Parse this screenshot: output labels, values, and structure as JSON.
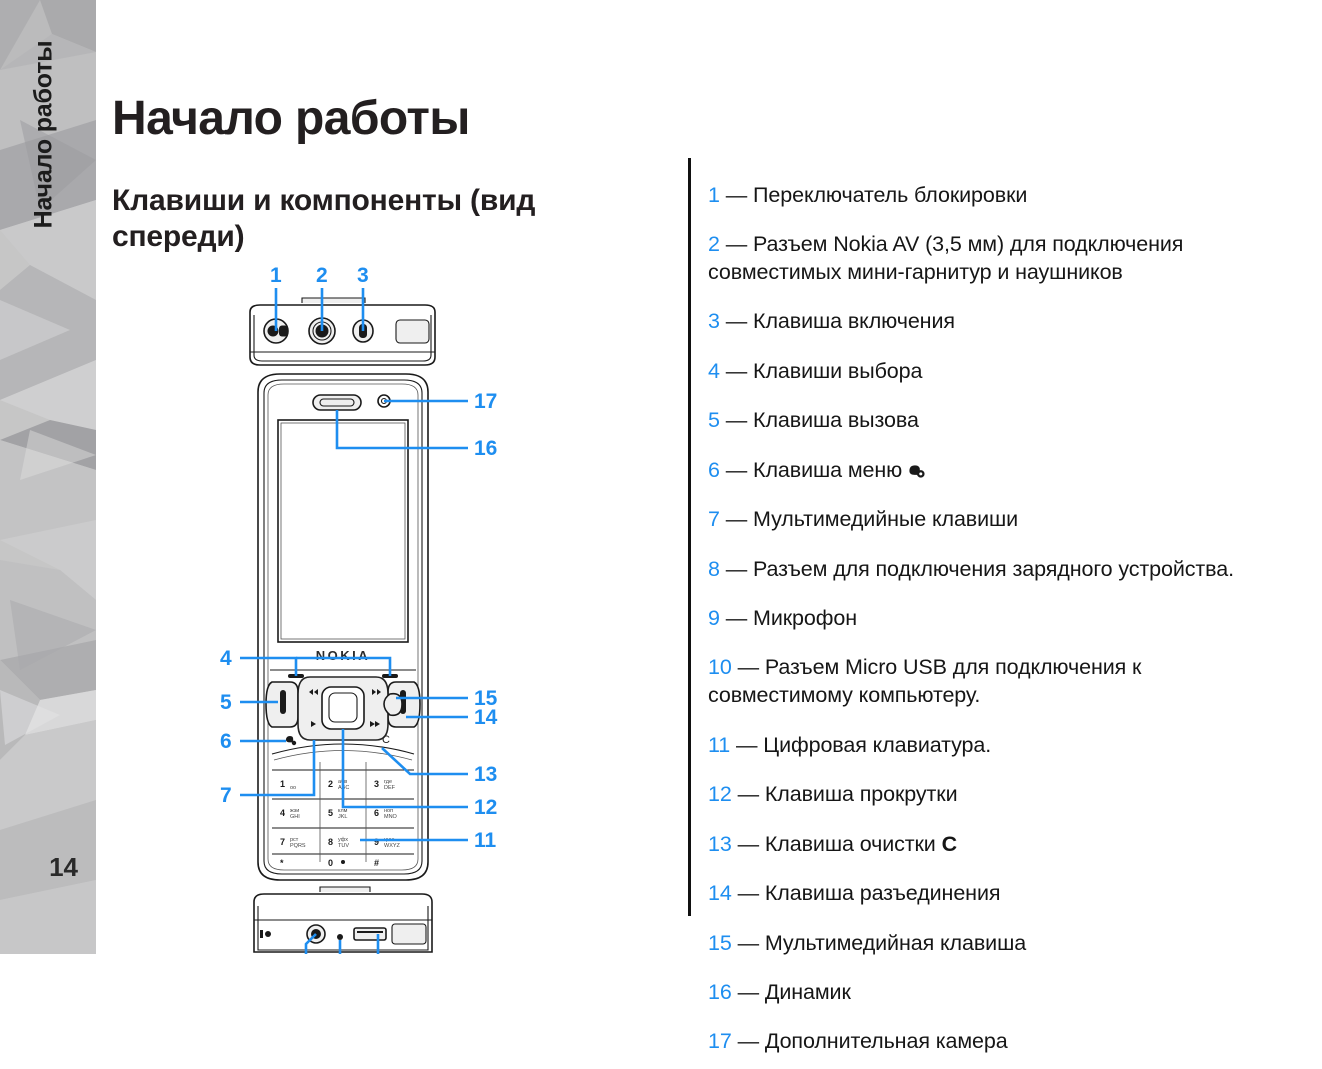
{
  "sidebar": {
    "chapter_label": "Начало работы",
    "page_number": "14",
    "background_color": "#c8c8c8"
  },
  "page": {
    "title": "Начало работы",
    "section_title": "Клавиши и компоненты (вид спереди)",
    "accent_color": "#1e8ef0",
    "text_color": "#161616"
  },
  "figure": {
    "name": "front-view-phone-diagram",
    "brand_label": "NOKIA",
    "keypad": {
      "row1": [
        "1",
        "2",
        "3"
      ],
      "row2": [
        "4",
        "5",
        "6"
      ],
      "row3": [
        "7",
        "8",
        "9"
      ],
      "row4": [
        "*",
        "0",
        "#"
      ]
    },
    "callout_markers": [
      "1",
      "2",
      "3",
      "4",
      "5",
      "6",
      "7",
      "11",
      "12",
      "13",
      "14",
      "15",
      "16",
      "17"
    ],
    "callout_color": "#1e8ef0"
  },
  "callouts": [
    {
      "num": "1",
      "dash": "—",
      "text": "Переключатель блокировки"
    },
    {
      "num": "2",
      "dash": "—",
      "text": "Разъем Nokia AV (3,5 мм) для подключения совместимых мини-гарнитур и наушников"
    },
    {
      "num": "3",
      "dash": "—",
      "text": "Клавиша включения"
    },
    {
      "num": "4",
      "dash": "—",
      "text": "Клавиши выбора"
    },
    {
      "num": "5",
      "dash": "—",
      "text": "Клавиша вызова"
    },
    {
      "num": "6",
      "dash": "—",
      "text": "Клавиша меню",
      "icon": "menu-key-icon"
    },
    {
      "num": "7",
      "dash": "—",
      "text": "Мультимедийные клавиши"
    },
    {
      "num": "8",
      "dash": "—",
      "text": "Разъем для подключения зарядного устройства."
    },
    {
      "num": "9",
      "dash": "—",
      "text": "Микрофон"
    },
    {
      "num": "10",
      "dash": "—",
      "text": "Разъем Micro USB для подключения к совместимому компьютеру."
    },
    {
      "num": "11",
      "dash": "—",
      "text": "Цифровая клавиатура."
    },
    {
      "num": "12",
      "dash": "—",
      "text": "Клавиша прокрутки"
    },
    {
      "num": "13",
      "dash": "—",
      "text": "Клавиша очистки ",
      "bold_suffix": "C"
    },
    {
      "num": "14",
      "dash": "—",
      "text": "Клавиша разъединения"
    },
    {
      "num": "15",
      "dash": "—",
      "text": "Мультимедийная клавиша"
    },
    {
      "num": "16",
      "dash": "—",
      "text": "Динамик"
    },
    {
      "num": "17",
      "dash": "—",
      "text": "Дополнительная камера"
    }
  ]
}
